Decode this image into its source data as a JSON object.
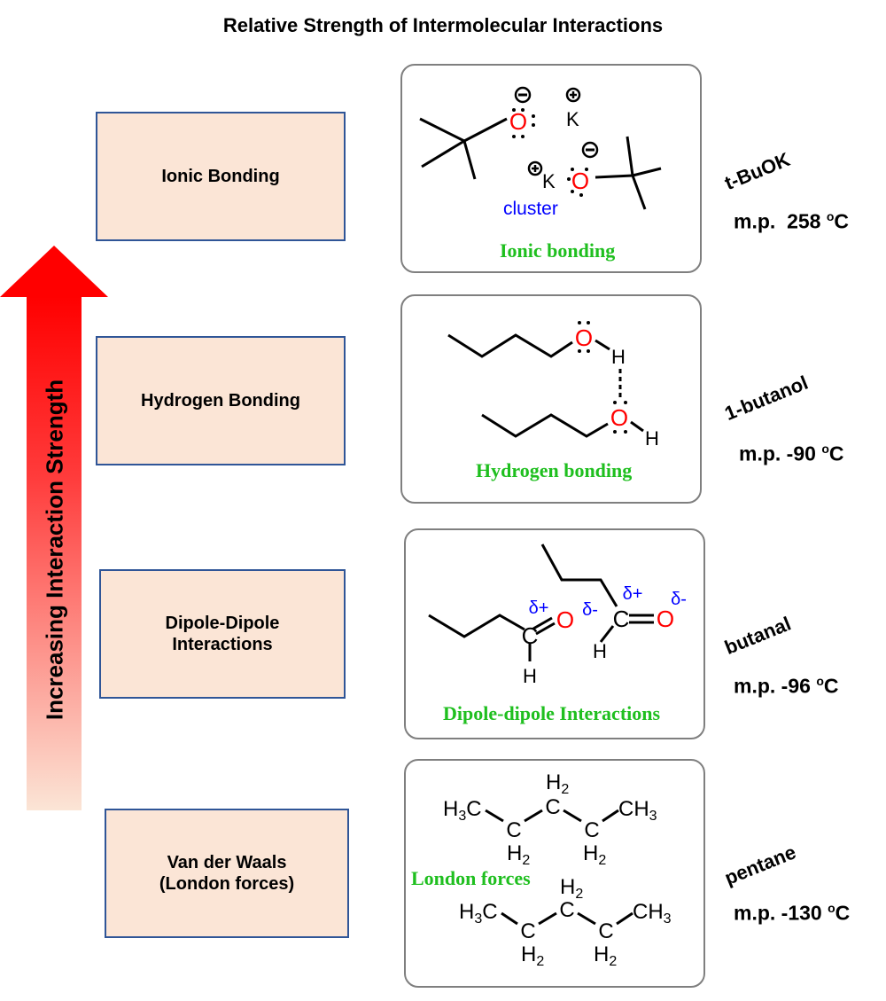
{
  "title": "Relative Strength of Intermolecular Interactions",
  "arrow": {
    "label": "Increasing Interaction Strength",
    "color_top": "#ff0000",
    "color_bottom": "#fbe5d6"
  },
  "colors": {
    "category_fill": "#fbe5d6",
    "category_border": "#2f5597",
    "caption": "#1fbf1f",
    "oxygen": "#ff0000",
    "delta": "#0000ff",
    "panel_border": "#7f7f7f"
  },
  "interactions": [
    {
      "category": "Ionic Bonding",
      "caption": "Ionic bonding",
      "annotation": "cluster",
      "compound": "t-BuOK",
      "mp_label": "m.p.",
      "mp_value": "258",
      "mp_unit": "C",
      "degree": "o"
    },
    {
      "category": "Hydrogen Bonding",
      "caption": "Hydrogen bonding",
      "compound": "1-butanol",
      "mp_label": "m.p.",
      "mp_value": "-90",
      "mp_unit": "C",
      "degree": "o"
    },
    {
      "category_line1": "Dipole-Dipole",
      "category_line2": "Interactions",
      "caption": "Dipole-dipole Interactions",
      "compound": "butanal",
      "mp_label": "m.p.",
      "mp_value": "-96",
      "mp_unit": "C",
      "degree": "o"
    },
    {
      "category_line1": "Van der Waals",
      "category_line2": "(London forces)",
      "caption": "London forces",
      "compound": "pentane",
      "mp_label": "m.p.",
      "mp_value": "-130",
      "mp_unit": "C",
      "degree": "o"
    }
  ],
  "atoms": {
    "O": "O",
    "K": "K",
    "H": "H",
    "C": "C",
    "H2": "H",
    "sub2": "2",
    "H3C_H": "H",
    "sub3": "3",
    "CH3": "CH",
    "delta_plus": "δ+",
    "delta_minus": "δ-"
  }
}
